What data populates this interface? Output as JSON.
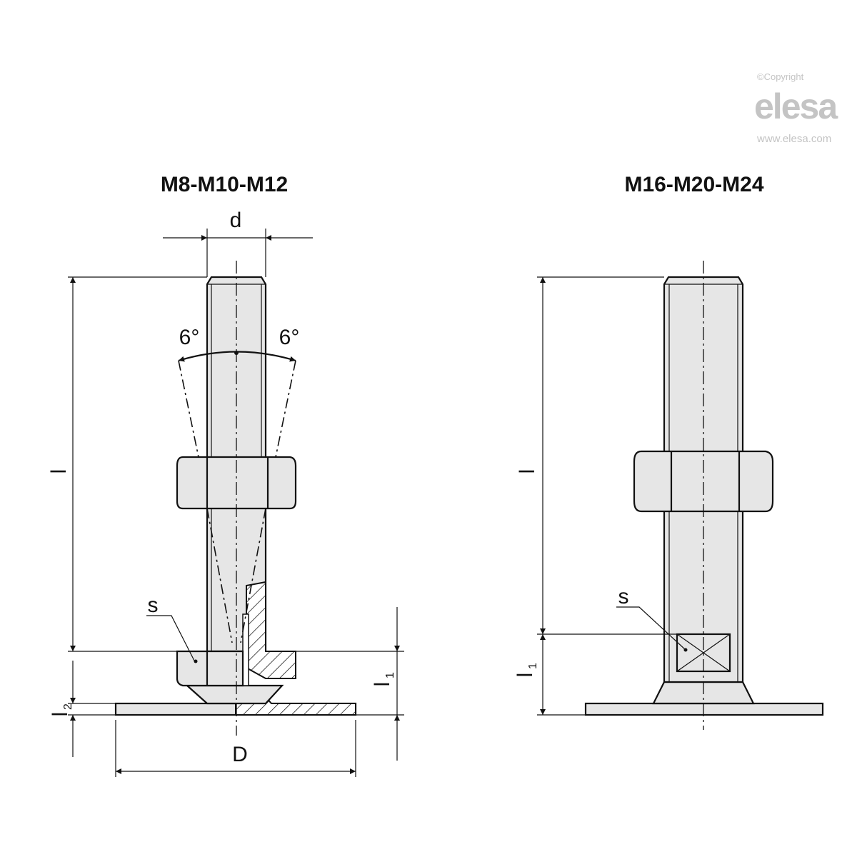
{
  "logo": {
    "copyright": "©Copyright",
    "brand": "elesa",
    "url": "www.elesa.com"
  },
  "left_view": {
    "title": "M8-M10-M12",
    "dim_d": "d",
    "dim_D": "D",
    "dim_l": "l",
    "dim_l1": "l",
    "dim_l1_sub": "1",
    "dim_l2": "l",
    "dim_l2_sub": "2",
    "angle_left": "6°",
    "angle_right": "6°",
    "wrench_s": "s"
  },
  "right_view": {
    "title": "M16-M20-M24",
    "dim_l": "l",
    "dim_l1": "l",
    "dim_l1_sub": "1",
    "wrench_s": "s"
  },
  "colors": {
    "fill": "#e6e6e6",
    "line": "#111111",
    "logo": "#c4c4c4"
  }
}
